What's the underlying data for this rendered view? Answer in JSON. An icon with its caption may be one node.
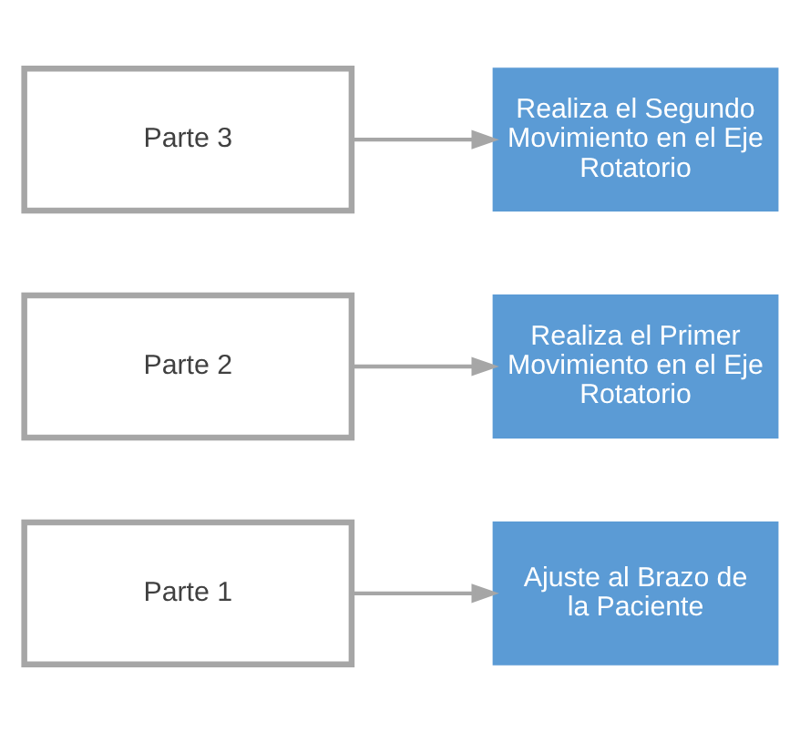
{
  "diagram": {
    "nodes": [
      {
        "text": [
          "Parte 1"
        ]
      },
      {
        "text": [
          "Ajuste al Brazo de la Paciente"
        ]
      },
      {
        "text": [
          "Parte 2"
        ]
      },
      {
        "text": [
          "Realiza el Primer Movimiento en el Eje Rotatorio"
        ]
      },
      {
        "text": [
          "Parte 3"
        ]
      },
      {
        "text": [
          "Realiza el Segundo Movimiento en el Eje Rotatorio"
        ]
      }
    ],
    "edges": [
      {
        "from": 0,
        "to": 1,
        "arrow": "to"
      },
      {
        "from": 2,
        "to": 3,
        "arrow": "to"
      },
      {
        "from": 4,
        "to": 5,
        "arrow": "to"
      }
    ]
  }
}
